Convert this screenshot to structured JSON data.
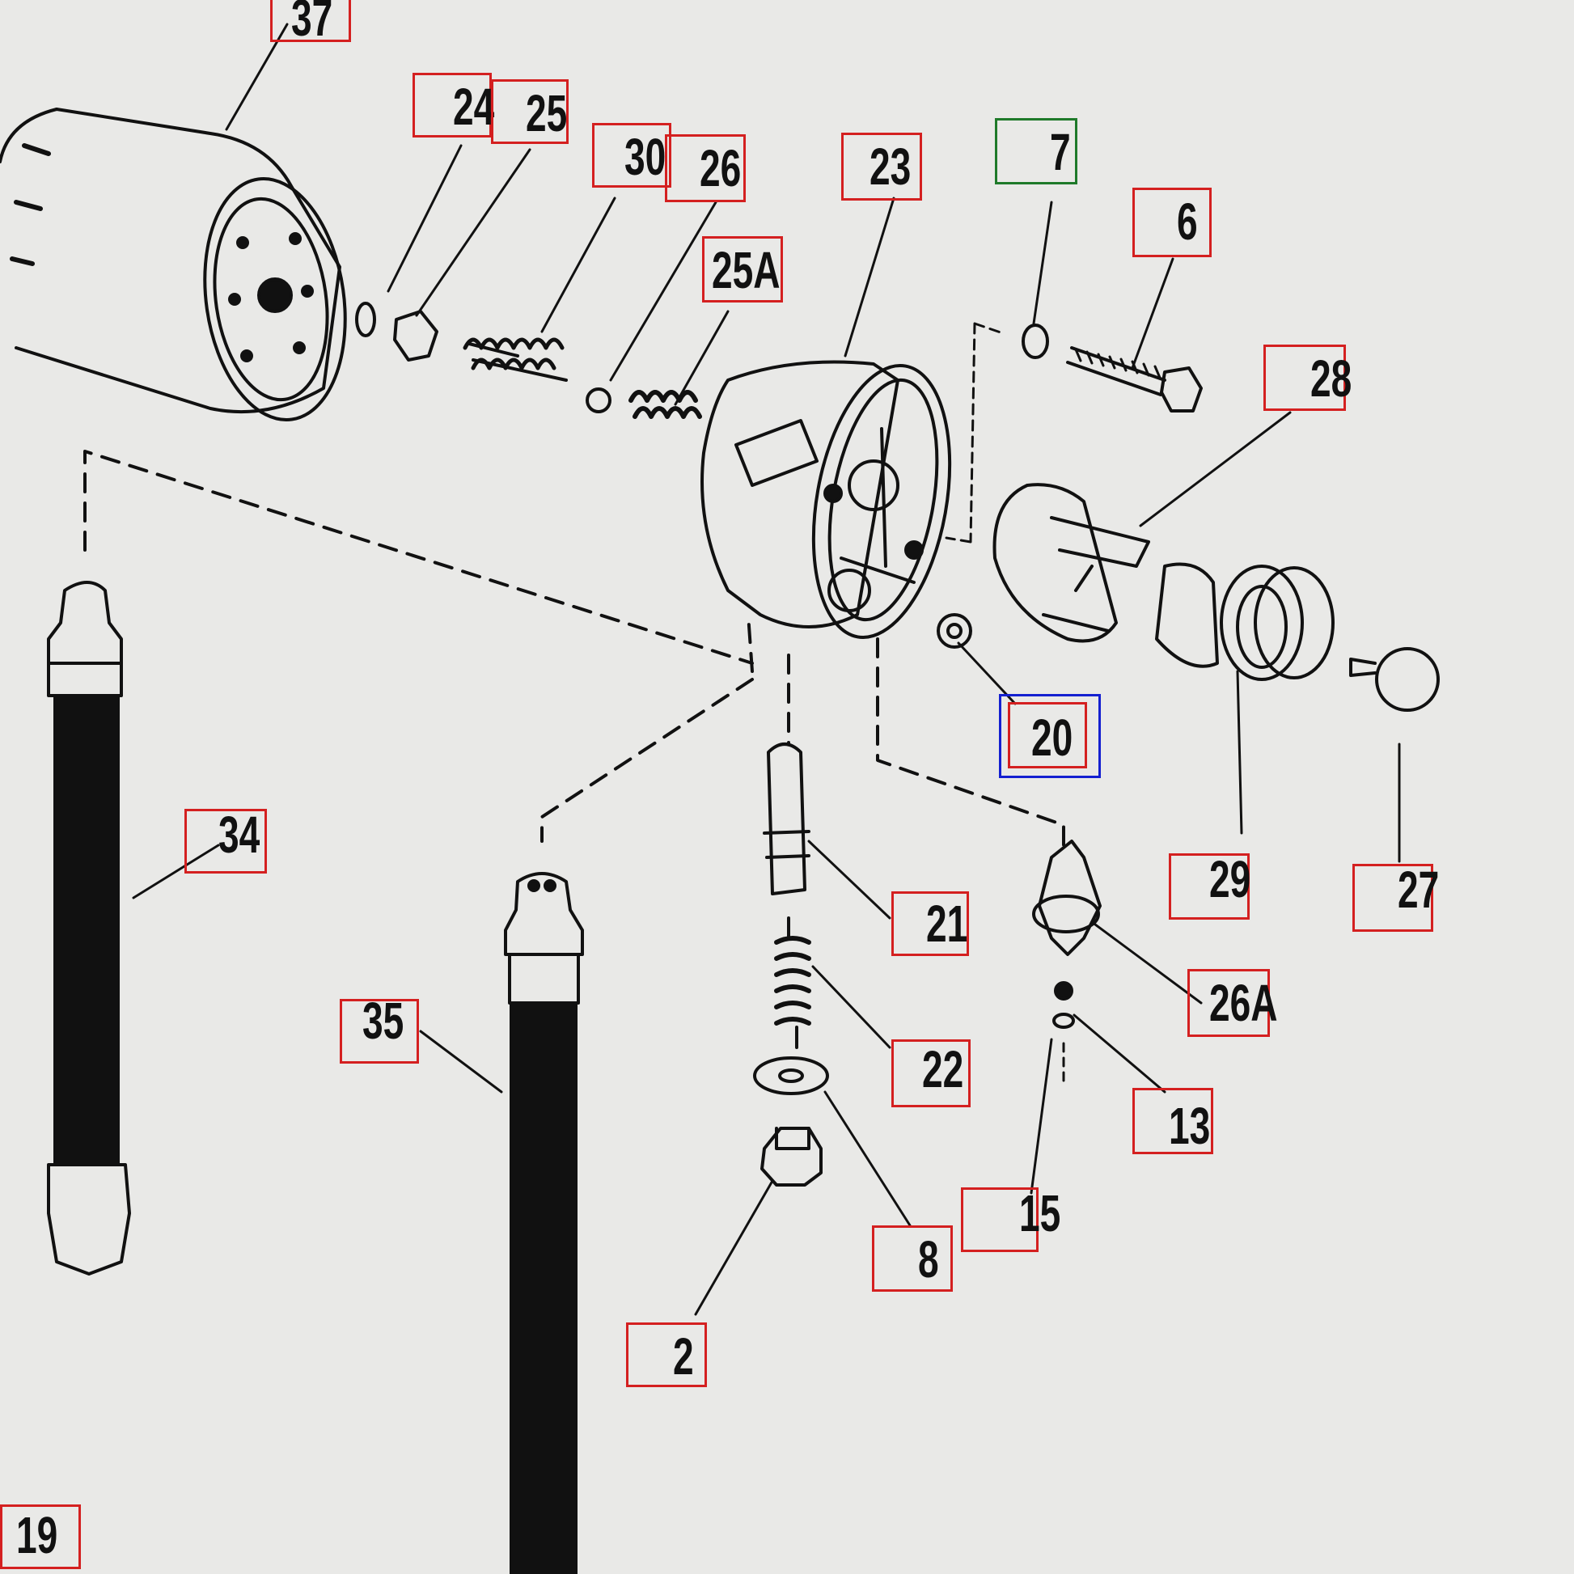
{
  "diagram": {
    "labels": [
      {
        "key": "p37",
        "text": "37"
      },
      {
        "key": "p24",
        "text": "24"
      },
      {
        "key": "p25",
        "text": "25"
      },
      {
        "key": "p30",
        "text": "30"
      },
      {
        "key": "p26",
        "text": "26"
      },
      {
        "key": "p25a",
        "text": "25A"
      },
      {
        "key": "p23",
        "text": "23"
      },
      {
        "key": "p7",
        "text": "7"
      },
      {
        "key": "p6",
        "text": "6"
      },
      {
        "key": "p28",
        "text": "28"
      },
      {
        "key": "p20",
        "text": "20"
      },
      {
        "key": "p34",
        "text": "34"
      },
      {
        "key": "p21",
        "text": "21"
      },
      {
        "key": "p29",
        "text": "29"
      },
      {
        "key": "p27",
        "text": "27"
      },
      {
        "key": "p26a",
        "text": "26A"
      },
      {
        "key": "p35",
        "text": "35"
      },
      {
        "key": "p22",
        "text": "22"
      },
      {
        "key": "p13",
        "text": "13"
      },
      {
        "key": "p15",
        "text": "15"
      },
      {
        "key": "p8",
        "text": "8"
      },
      {
        "key": "p2",
        "text": "2"
      },
      {
        "key": "p19",
        "text": "19"
      }
    ],
    "highlight_colors": {
      "default": "#d42020",
      "p7": "#1f7a2a",
      "p20": "#1420d0"
    }
  }
}
